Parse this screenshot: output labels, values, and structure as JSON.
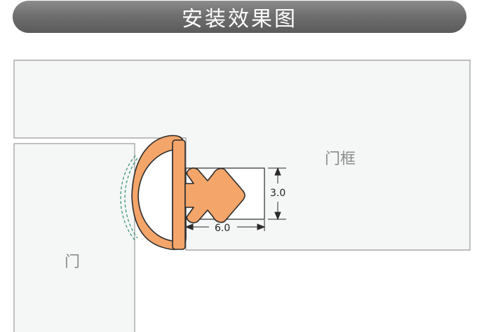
{
  "title": "安装效果图",
  "labels": {
    "door": "门",
    "frame": "门框"
  },
  "dimensions": {
    "height": "3.0",
    "width": "6.0"
  },
  "colors": {
    "seal_fill": "#f3a56a",
    "outline": "#2b2b2b",
    "panel_fill": "#f5f6f6",
    "panel_stroke": "#9a9a9a",
    "dashed_arc": "#2f8f6f"
  }
}
